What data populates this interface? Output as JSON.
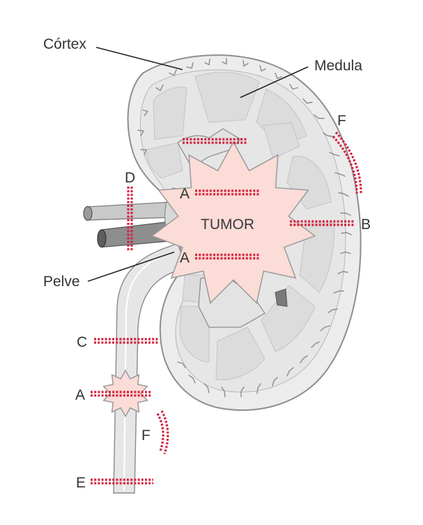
{
  "labels": {
    "cortex": "Córtex",
    "medula": "Medula",
    "pelve": "Pelve",
    "tumor": "TUMOR"
  },
  "sections": {
    "a_upper": "A",
    "a_lower": "A",
    "a_ureter": "A",
    "b": "B",
    "c": "C",
    "d": "D",
    "e": "E",
    "f_kidney": "F",
    "f_ureter": "F"
  },
  "colors": {
    "cut_line": "#d6213e",
    "tumor_fill": "#fbdcd6",
    "tumor_stroke": "#9a9a9a",
    "kidney_fill": "#ededed",
    "medulla_fill": "#e1e1e1"
  }
}
